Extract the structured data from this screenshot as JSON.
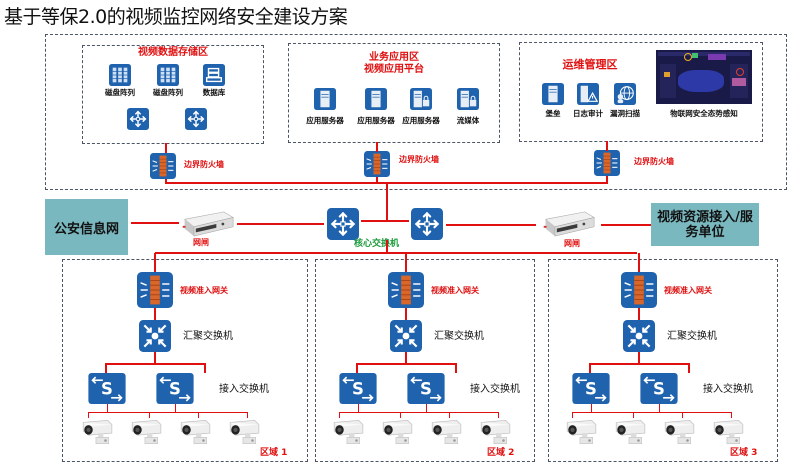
{
  "title": "基于等保2.0的视频监控网络安全建设方案",
  "colors": {
    "accent_red": "#e01010",
    "icon_blue": "#1f62ad",
    "teal_box": "#7ab8bf",
    "core_label_green": "#1a9a3a"
  },
  "top_zones": {
    "storage": {
      "title": "视频数据存储区",
      "devices": [
        {
          "label": "磁盘阵列",
          "icon": "disk-array-icon"
        },
        {
          "label": "磁盘阵列",
          "icon": "disk-array-icon"
        },
        {
          "label": "数据库",
          "icon": "database-icon"
        }
      ],
      "switches": [
        {
          "icon": "switch-icon"
        },
        {
          "icon": "switch-icon"
        }
      ],
      "firewall_label": "边界防火墙"
    },
    "application": {
      "title_line1": "业务应用区",
      "title_line2": "视频应用平台",
      "devices": [
        {
          "label": "应用服务器",
          "icon": "server-icon"
        },
        {
          "label": "应用服务器",
          "icon": "server-icon"
        },
        {
          "label": "应用服务器",
          "icon": "server-icon"
        },
        {
          "label": "流媒体",
          "icon": "media-server-icon"
        }
      ],
      "firewall_label": "边界防火墙"
    },
    "operations": {
      "title": "运维管理区",
      "devices": [
        {
          "label": "堡垒",
          "icon": "bastion-host-icon"
        },
        {
          "label": "日志审计",
          "icon": "log-audit-icon"
        },
        {
          "label": "漏洞扫描",
          "icon": "vulnerability-scan-icon"
        }
      ],
      "dashboard_label": "物联网安全态势感知",
      "firewall_label": "边界防火墙"
    }
  },
  "core": {
    "left_external": "公安信息网",
    "right_external": "视频资源接入/服务单位",
    "gateway_left_label": "网闸",
    "gateway_right_label": "网闸",
    "core_switch_label": "核心交换机"
  },
  "regions": [
    {
      "name": "区域 1",
      "gateway_label": "视频准入网关",
      "aggregation_label": "汇聚交换机",
      "access_label": "接入交换机",
      "camera_count": 4
    },
    {
      "name": "区域 2",
      "gateway_label": "视频准入网关",
      "aggregation_label": "汇聚交换机",
      "access_label": "接入交换机",
      "camera_count": 4
    },
    {
      "name": "区域 3",
      "gateway_label": "视频准入网关",
      "aggregation_label": "汇聚交换机",
      "access_label": "接入交换机",
      "camera_count": 4
    }
  ]
}
